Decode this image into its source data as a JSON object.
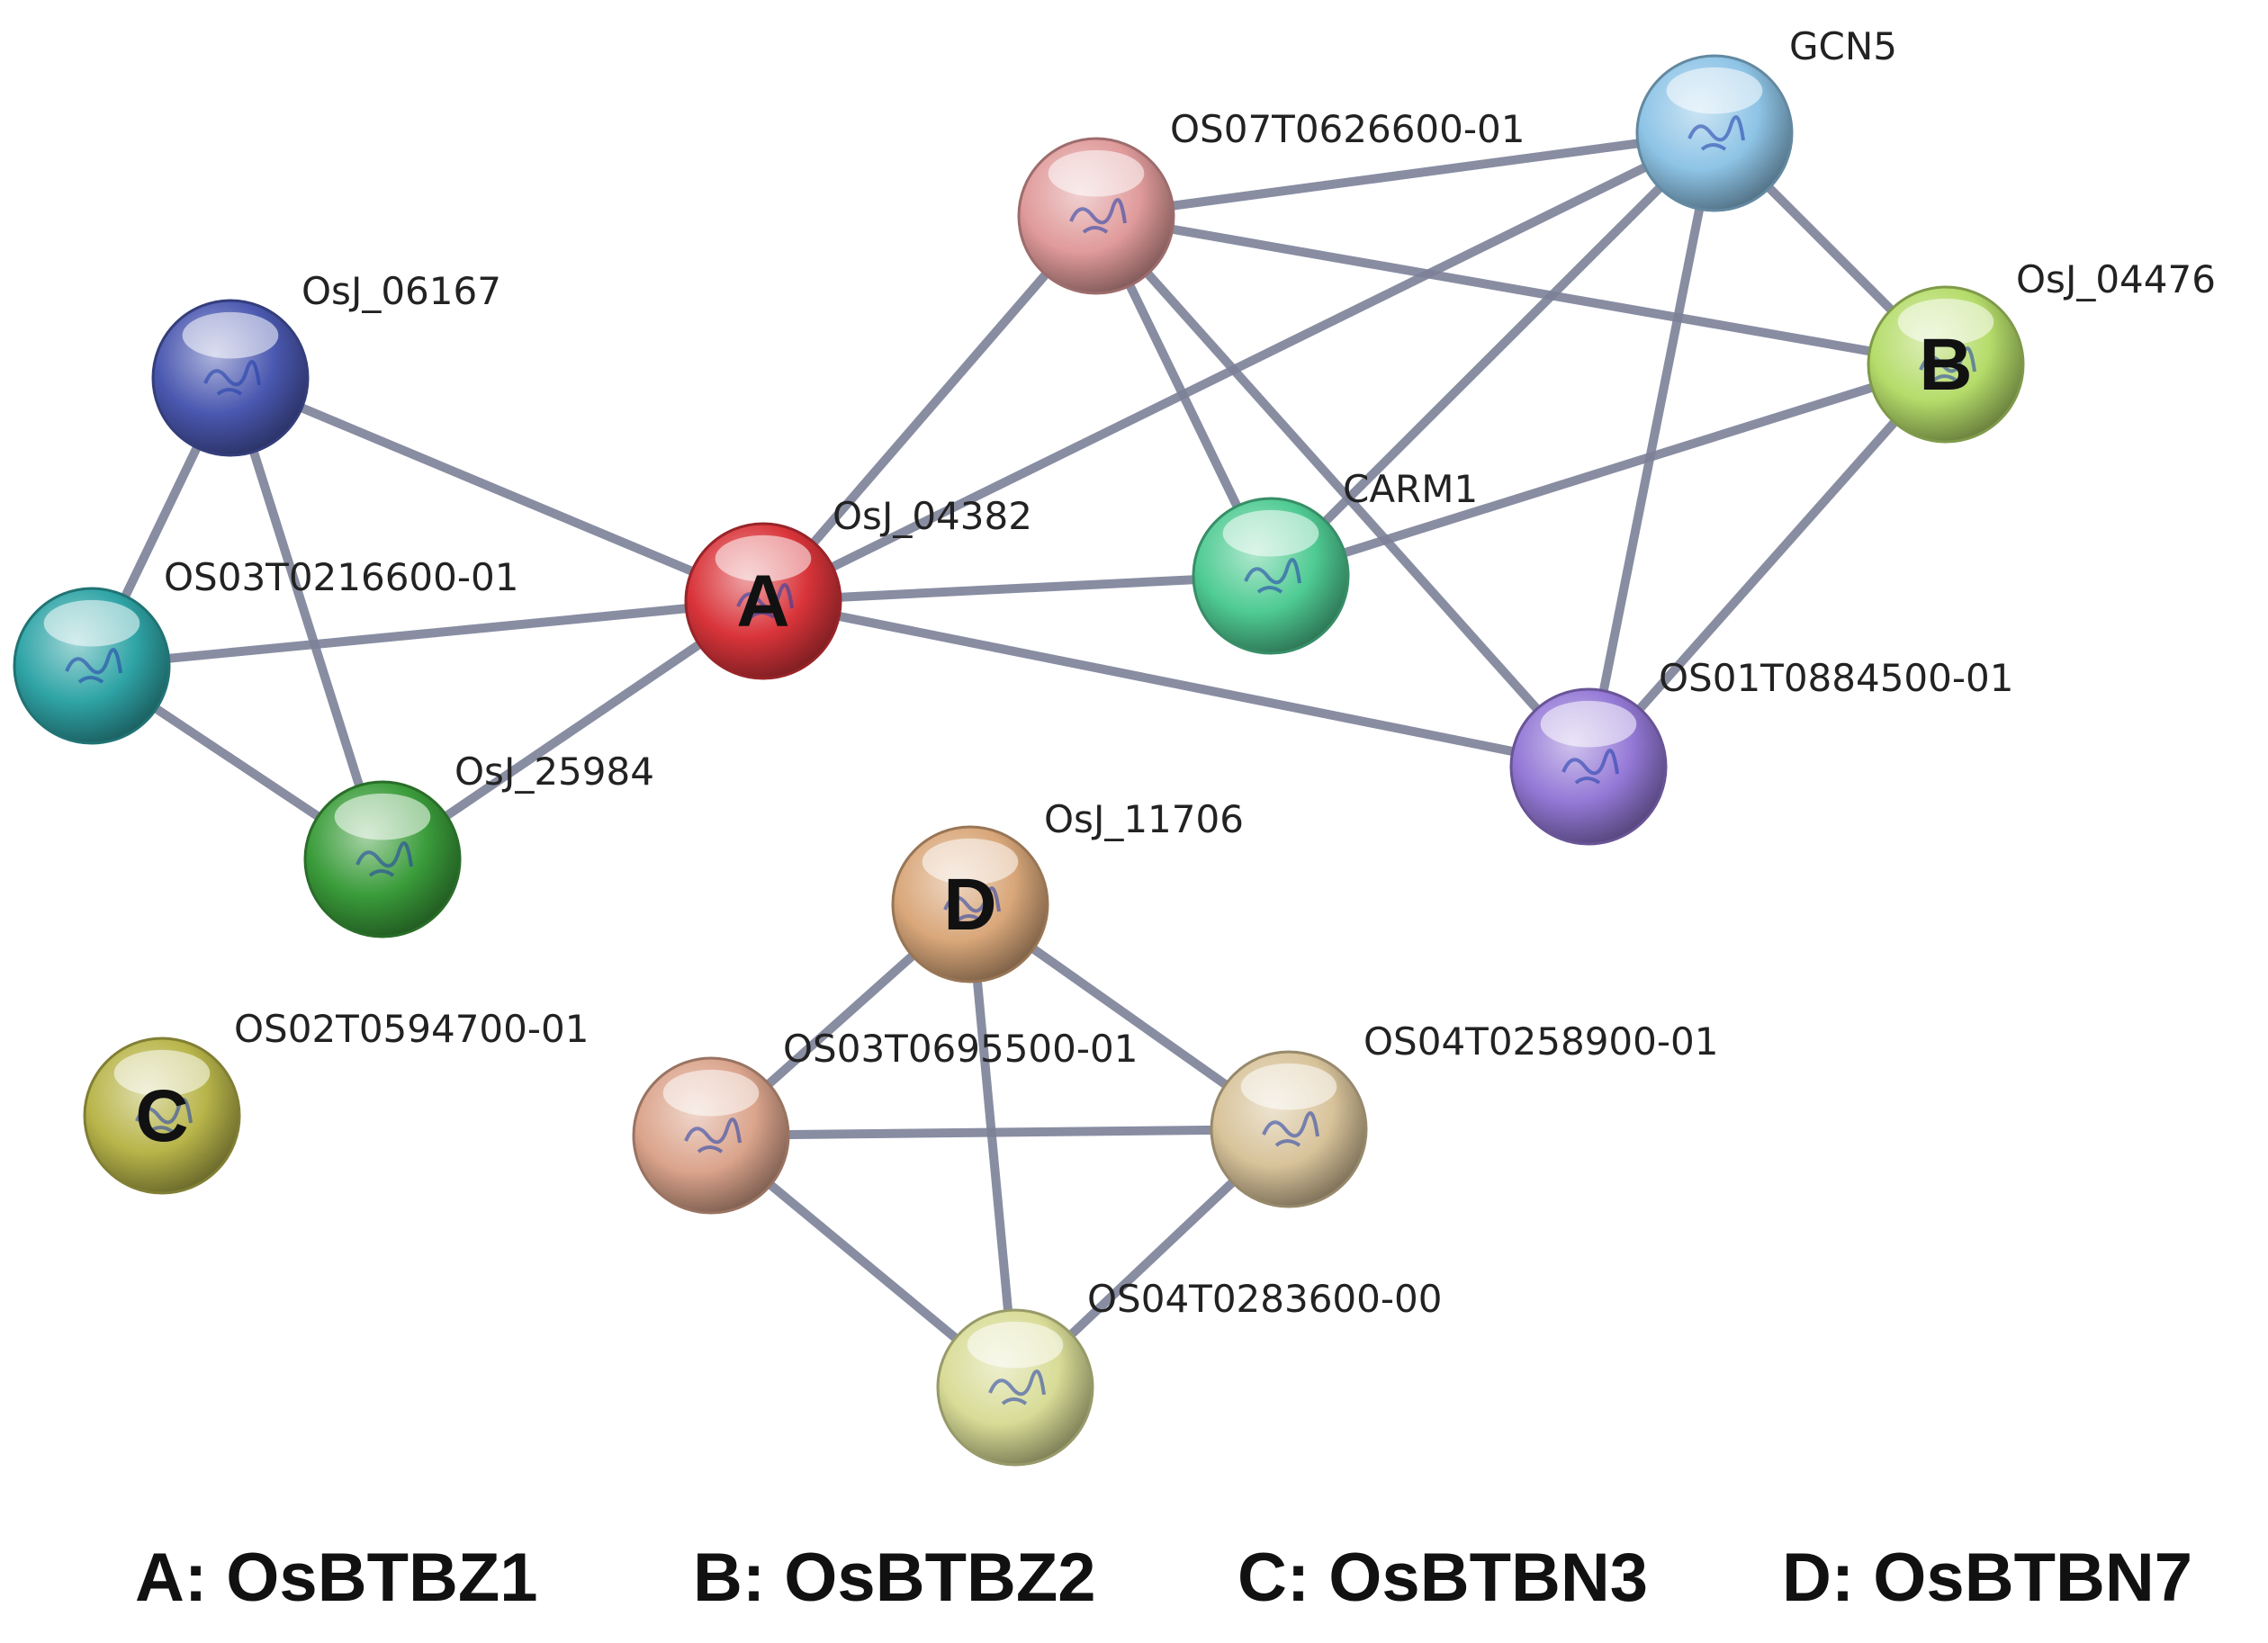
{
  "network": {
    "nodes": [
      {
        "id": "A",
        "label": "OsJ_04382",
        "letter": "A",
        "color": "#d9343a"
      },
      {
        "id": "OsJ_06167",
        "label": "OsJ_06167",
        "letter": "",
        "color": "#4a58b0"
      },
      {
        "id": "OS03T0216600-01",
        "label": "OS03T0216600-01",
        "letter": "",
        "color": "#2fa4a6"
      },
      {
        "id": "OsJ_25984",
        "label": "OsJ_25984",
        "letter": "",
        "color": "#3a9c3a"
      },
      {
        "id": "OS07T0626600-01",
        "label": "OS07T0626600-01",
        "letter": "",
        "color": "#e09a9a"
      },
      {
        "id": "GCN5",
        "label": "GCN5",
        "letter": "",
        "color": "#8ec4e6"
      },
      {
        "id": "B",
        "label": "OsJ_04476",
        "letter": "B",
        "color": "#b5dc6a"
      },
      {
        "id": "CARM1",
        "label": "CARM1",
        "letter": "",
        "color": "#4fcb93"
      },
      {
        "id": "OS01T0884500-01",
        "label": "OS01T0884500-01",
        "letter": "",
        "color": "#9478d6"
      },
      {
        "id": "D",
        "label": "OsJ_11706",
        "letter": "D",
        "color": "#d9a77a"
      },
      {
        "id": "OS03T0695500-01",
        "label": "OS03T0695500-01",
        "letter": "",
        "color": "#dba48c"
      },
      {
        "id": "OS04T0258900-01",
        "label": "OS04T0258900-01",
        "letter": "",
        "color": "#d8c39a"
      },
      {
        "id": "OS04T0283600-00",
        "label": "OS04T0283600-00",
        "letter": "",
        "color": "#d8dc96"
      },
      {
        "id": "C",
        "label": "OS02T0594700-01",
        "letter": "C",
        "color": "#b8b54a"
      }
    ],
    "edges": [
      [
        "A",
        "OsJ_06167"
      ],
      [
        "A",
        "OS03T0216600-01"
      ],
      [
        "A",
        "OsJ_25984"
      ],
      [
        "A",
        "OS07T0626600-01"
      ],
      [
        "A",
        "GCN5"
      ],
      [
        "A",
        "CARM1"
      ],
      [
        "A",
        "OS01T0884500-01"
      ],
      [
        "OsJ_06167",
        "OS03T0216600-01"
      ],
      [
        "OsJ_06167",
        "OsJ_25984"
      ],
      [
        "OS03T0216600-01",
        "OsJ_25984"
      ],
      [
        "OS07T0626600-01",
        "GCN5"
      ],
      [
        "OS07T0626600-01",
        "B"
      ],
      [
        "OS07T0626600-01",
        "CARM1"
      ],
      [
        "OS07T0626600-01",
        "OS01T0884500-01"
      ],
      [
        "GCN5",
        "B"
      ],
      [
        "GCN5",
        "CARM1"
      ],
      [
        "GCN5",
        "OS01T0884500-01"
      ],
      [
        "CARM1",
        "B"
      ],
      [
        "B",
        "OS01T0884500-01"
      ],
      [
        "D",
        "OS03T0695500-01"
      ],
      [
        "D",
        "OS04T0258900-01"
      ],
      [
        "D",
        "OS04T0283600-00"
      ],
      [
        "OS03T0695500-01",
        "OS04T0258900-01"
      ],
      [
        "OS03T0695500-01",
        "OS04T0283600-00"
      ],
      [
        "OS04T0258900-01",
        "OS04T0283600-00"
      ]
    ]
  },
  "legend": [
    {
      "text": "A: OsBTBZ1"
    },
    {
      "text": "B: OsBTBZ2"
    },
    {
      "text": "C: OsBTBN3"
    },
    {
      "text": "D: OsBTBN7"
    }
  ]
}
